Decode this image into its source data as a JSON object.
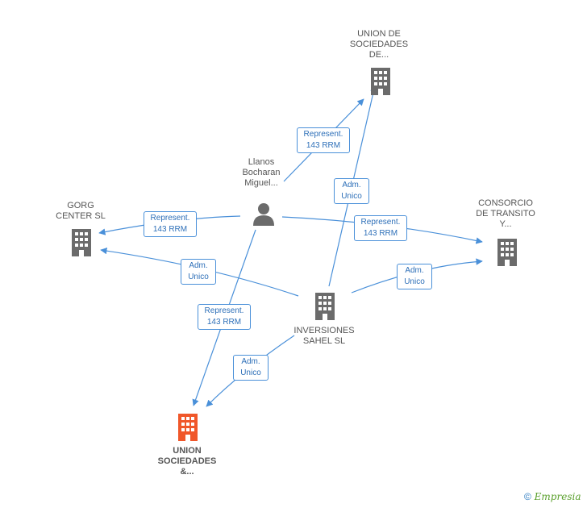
{
  "nodes": {
    "person": {
      "label": "Llanos\nBocharan\nMiguel..."
    },
    "union_de_sociedades": {
      "label": "UNION DE\nSOCIEDADES\nDE..."
    },
    "gorg_center": {
      "label": "GORG\nCENTER SL"
    },
    "consorcio": {
      "label": "CONSORCIO\nDE TRANSITO\nY..."
    },
    "inversiones_sahel": {
      "label": "INVERSIONES\nSAHEL SL"
    },
    "union_sociedades_amp": {
      "label": "UNION\nSOCIEDADES\n&..."
    }
  },
  "edges": [
    {
      "id": "e1",
      "label": "Represent.\n143 RRM"
    },
    {
      "id": "e2",
      "label": "Represent.\n143 RRM"
    },
    {
      "id": "e3",
      "label": "Represent.\n143 RRM"
    },
    {
      "id": "e4",
      "label": "Represent.\n143 RRM"
    },
    {
      "id": "e5",
      "label": "Adm.\nUnico"
    },
    {
      "id": "e6",
      "label": "Adm.\nUnico"
    },
    {
      "id": "e7",
      "label": "Adm.\nUnico"
    },
    {
      "id": "e8",
      "label": "Adm.\nUnico"
    }
  ],
  "colors": {
    "edge": "#4a90d9",
    "company": "#6b6b6b",
    "main_company": "#f0572a",
    "person": "#6b6b6b"
  },
  "icons": {
    "company": "building-icon",
    "person": "person-icon"
  },
  "brand": {
    "copyright": "©",
    "name": "Empresia"
  }
}
